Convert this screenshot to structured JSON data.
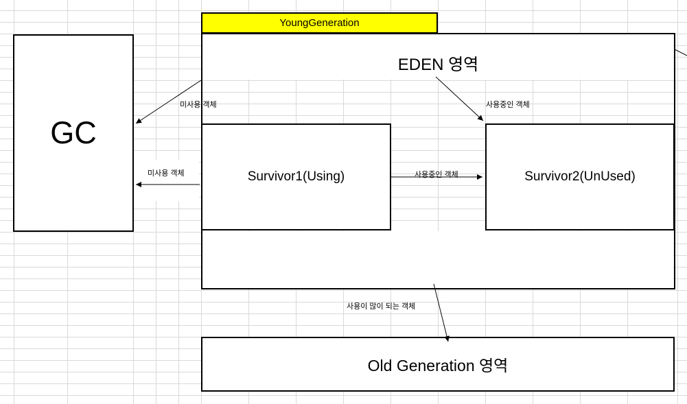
{
  "diagram": {
    "young_generation_label": "YoungGeneration",
    "eden_label": "EDEN 영역",
    "gc_label": "GC",
    "survivor1_label": "Survivor1(Using)",
    "survivor2_label": "Survivor2(UnUsed)",
    "old_generation_label": "Old Generation 영역",
    "arrow_labels": {
      "eden_to_gc": "미사용 객체",
      "survivor1_to_gc": "미사용 객체",
      "survivor1_to_survivor2": "사용중인 객체",
      "eden_to_survivor2": "사용중인 객체",
      "to_old_generation": "사용이 많이 되는 객체"
    },
    "colors": {
      "highlight": "#ffff00",
      "border": "#000000",
      "gridline": "#d9d9d9",
      "background": "#ffffff"
    }
  }
}
